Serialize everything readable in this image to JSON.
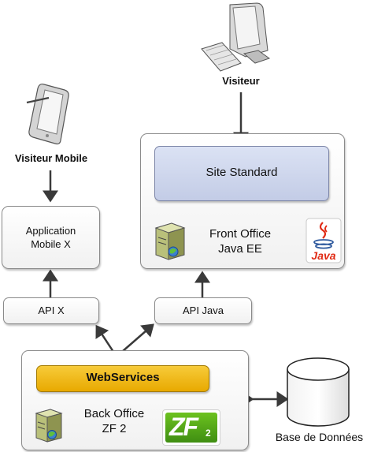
{
  "nodes": {
    "visiteur_mobile": "Visiteur Mobile",
    "visiteur": "Visiteur",
    "site_standard": "Site Standard",
    "front_office_line1": "Front Office",
    "front_office_line2": "Java EE",
    "java_logo_text": "Java",
    "app_mobile_line1": "Application",
    "app_mobile_line2": "Mobile X",
    "api_x": "API X",
    "api_java": "API Java",
    "webservices": "WebServices",
    "back_office_line1": "Back Office",
    "back_office_line2": "ZF 2",
    "zf_logo_text": "ZF",
    "zf_logo_sub": "2",
    "database": "Base de Données"
  },
  "colors": {
    "arrow": "#3a3a3a",
    "site_standard_fill": "#c9d2ea",
    "webservices_fill": "#f0b400",
    "zf_green": "#4a9e1a",
    "java_red": "#e02a14"
  },
  "icons": {
    "tablet": "tablet-icon",
    "computer": "computer-icon",
    "server": "server-icon",
    "database": "database-cylinder-icon"
  }
}
